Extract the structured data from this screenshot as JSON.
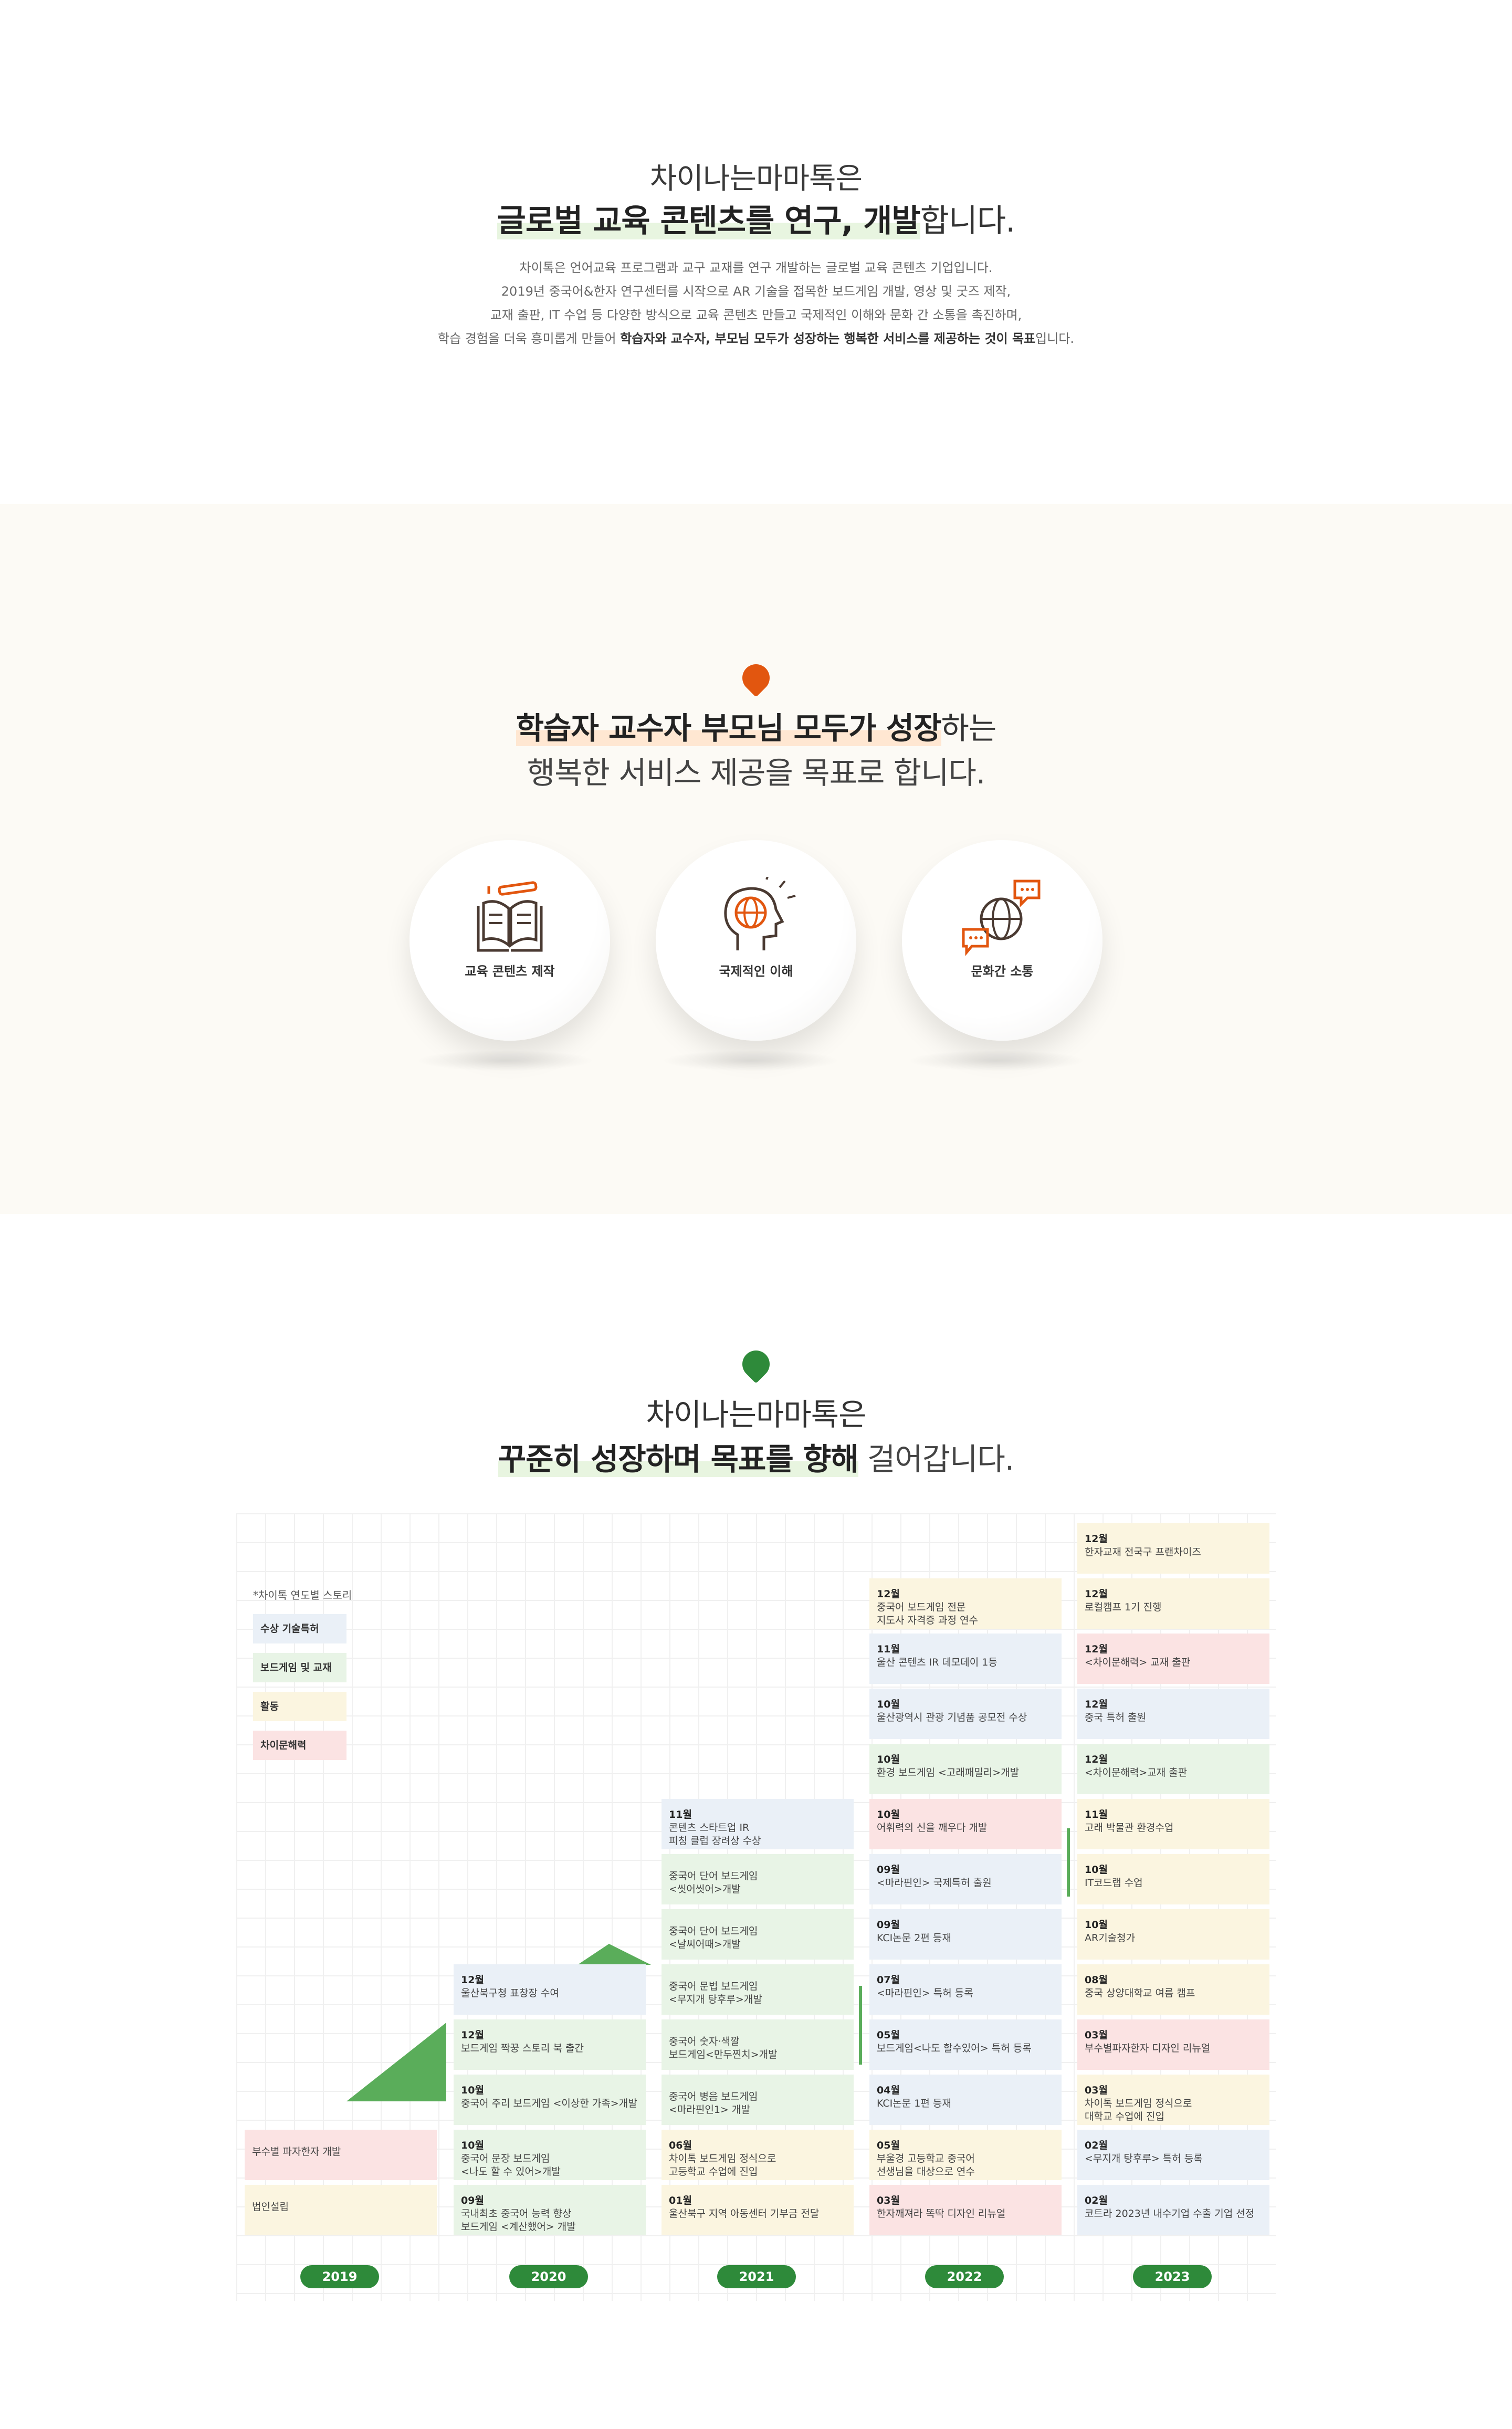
{
  "intro": {
    "subtitle": "차이나는마마톡은",
    "title_highlight": "글로벌 교육 콘텐츠를 연구, 개발",
    "title_rest": "합니다.",
    "desc_lines": [
      "차이톡은 언어교육 프로그램과 교구 교재를 연구 개발하는 글로벌 교육 콘텐츠 기업입니다.",
      "2019년 중국어&한자 연구센터를 시작으로 AR 기술을 접목한 보드게임 개발, 영상 및 굿즈 제작,",
      "교재 출판, IT 수업 등 다양한 방식으로 교육 콘텐츠 만들고 국제적인 이해와 문화 간 소통을 촉진하며,"
    ],
    "desc_last_pre": "학습 경험을 더욱 흥미롭게 만들어 ",
    "desc_last_bold": "학습자와 교수자, 부모님 모두가 성장하는 행복한 서비스를 제공하는 것이 목표",
    "desc_last_post": "입니다."
  },
  "mission": {
    "line1_highlight": "학습자 교수자 부모님 모두가 성장",
    "line1_rest": "하는",
    "line2": "행복한 서비스 제공을 목표로 합니다.",
    "items": [
      {
        "label": "교육 콘텐츠 제작",
        "icon": "book-pencil-icon"
      },
      {
        "label": "국제적인 이해",
        "icon": "globe-head-icon"
      },
      {
        "label": "문화간 소통",
        "icon": "globe-chat-icon"
      }
    ],
    "accent": "#e2560f"
  },
  "history": {
    "line1": "차이나는마마톡은",
    "line2_highlight": "꾸준히 성장하며 목표를 향해",
    "line2_rest": " 걸어갑니다.",
    "legend_title": "*차이톡 연도별 스토리",
    "legend": [
      {
        "label": "수상 기술특허",
        "color": "#eaf0f7"
      },
      {
        "label": "보드게임 및 교재",
        "color": "#e8f4e6"
      },
      {
        "label": "활동",
        "color": "#fbf5e0"
      },
      {
        "label": "차이문해력",
        "color": "#fbe3e3"
      }
    ],
    "years": [
      "2019",
      "2020",
      "2021",
      "2022",
      "2023"
    ],
    "col2019": [
      {
        "month": "",
        "text": "부수별 파자한자 개발",
        "kind": "pink"
      },
      {
        "month": "",
        "text": "법인설립",
        "kind": "yellow"
      }
    ],
    "col2020": [
      {
        "month": "12월",
        "text": "울산북구청 표창장 수여",
        "kind": "blue"
      },
      {
        "month": "12월",
        "text": "보드게임 짝꿍 스토리 북 출간",
        "kind": "green"
      },
      {
        "month": "10월",
        "text": "중국어 주리 보드게임 <이상한 가족>개발",
        "kind": "green"
      },
      {
        "month": "10월",
        "text": "중국어 문장 보드게임\n<나도 할 수 있어>개발",
        "kind": "green"
      },
      {
        "month": "09월",
        "text": "국내최초 중국어 능력 향상\n보드게임 <계산했어> 개발",
        "kind": "green"
      }
    ],
    "col2021": [
      {
        "month": "11월",
        "text": "콘텐츠 스타트업 IR\n피칭 클럽 장려상 수상",
        "kind": "blue"
      },
      {
        "month": "",
        "text": "중국어 단어 보드게임\n<씻어씻어>개발",
        "kind": "green"
      },
      {
        "month": "",
        "text": "중국어 단어 보드게임\n<날씨어때>개발",
        "kind": "green"
      },
      {
        "month": "",
        "text": "중국어 문법 보드게임\n<무지개 탕후루>개발",
        "kind": "green"
      },
      {
        "month": "",
        "text": "중국어 숫자·색깔\n보드게임<만두찐치>개발",
        "kind": "green"
      },
      {
        "month": "",
        "text": "중국어 병음 보드게임\n<마라핀인1> 개발",
        "kind": "green"
      },
      {
        "month": "06월",
        "text": "차이톡 보드게임 정식으로\n고등학교 수업에 진입",
        "kind": "yellow"
      },
      {
        "month": "01월",
        "text": "울산북구 지역 아동센터 기부금 전달",
        "kind": "yellow"
      }
    ],
    "col2022": [
      {
        "month": "12월",
        "text": "중국어 보드게임 전문\n지도사 자격증 과정 연수",
        "kind": "yellow"
      },
      {
        "month": "11월",
        "text": "울산 콘텐츠 IR 데모데이 1등",
        "kind": "blue"
      },
      {
        "month": "10월",
        "text": "울산광역시 관광 기념품 공모전 수상",
        "kind": "blue"
      },
      {
        "month": "10월",
        "text": "환경 보드게임 <고래패밀리>개발",
        "kind": "green"
      },
      {
        "month": "10월",
        "text": "어휘력의 신을 깨우다 개발",
        "kind": "pink"
      },
      {
        "month": "09월",
        "text": "<마라핀인> 국제특허 출원",
        "kind": "blue"
      },
      {
        "month": "09월",
        "text": "KCI논문 2편 등재",
        "kind": "blue"
      },
      {
        "month": "07월",
        "text": "<마라핀인> 특허 등록",
        "kind": "blue"
      },
      {
        "month": "05월",
        "text": "보드게임<나도 할수있어> 특허 등록",
        "kind": "blue"
      },
      {
        "month": "04월",
        "text": "KCI논문 1편 등재",
        "kind": "blue"
      },
      {
        "month": "05월",
        "text": "부울경 고등학교 중국어\n선생님을 대상으로 연수",
        "kind": "yellow"
      },
      {
        "month": "03월",
        "text": "한자깨져라 똑딱 디자인 리뉴얼",
        "kind": "pink"
      }
    ],
    "col2023": [
      {
        "month": "12월",
        "text": "한자교재 전국구 프랜차이즈",
        "kind": "yellow"
      },
      {
        "month": "12월",
        "text": "로컬캠프 1기 진행",
        "kind": "yellow"
      },
      {
        "month": "12월",
        "text": "<차이문해력> 교재 출판",
        "kind": "pink"
      },
      {
        "month": "12월",
        "text": "중국 특허 출원",
        "kind": "blue"
      },
      {
        "month": "12월",
        "text": "<차이문해력>교재 출판",
        "kind": "green"
      },
      {
        "month": "11월",
        "text": "고래 박물관 환경수업",
        "kind": "yellow"
      },
      {
        "month": "10월",
        "text": "IT코드랩 수업",
        "kind": "yellow"
      },
      {
        "month": "10월",
        "text": "AR기술청가",
        "kind": "yellow"
      },
      {
        "month": "08월",
        "text": "중국 상양대학교 여름 캠프",
        "kind": "yellow"
      },
      {
        "month": "03월",
        "text": "부수별파자한자 디자인 리뉴얼",
        "kind": "pink"
      },
      {
        "month": "03월",
        "text": "차이톡 보드게임 정식으로\n대학교 수업에 진입",
        "kind": "yellow"
      },
      {
        "month": "02월",
        "text": "<무지개 탕후루> 특허 등록",
        "kind": "blue"
      },
      {
        "month": "02월",
        "text": "코트라 2023년 내수기업 수출 기업 선정",
        "kind": "blue"
      }
    ]
  }
}
